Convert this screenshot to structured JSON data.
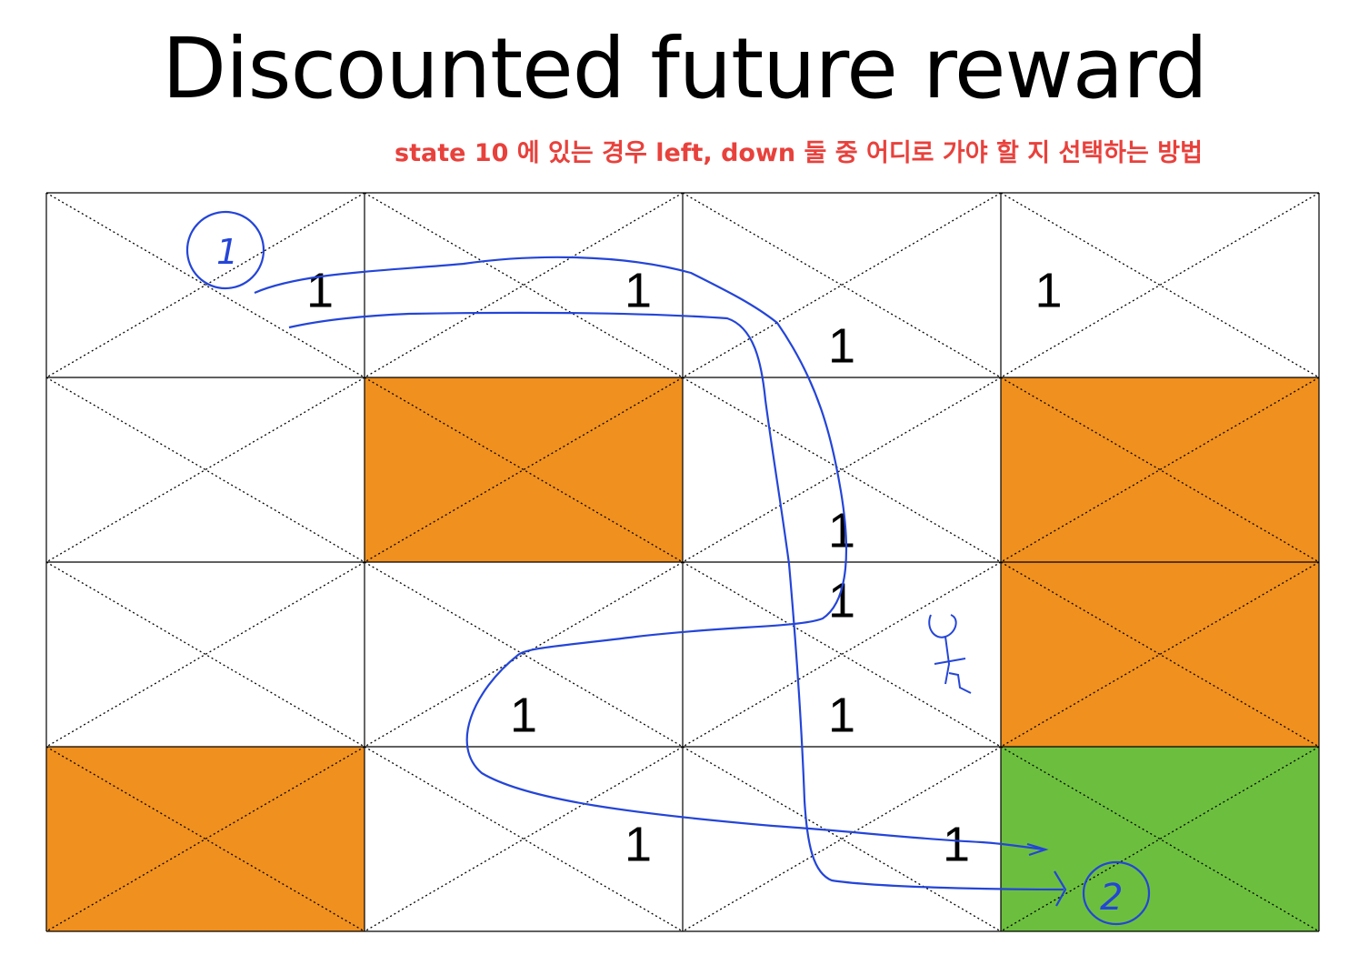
{
  "title": "Discounted future reward",
  "subtitle": "state 10 에 있는 경우 left, down 둘 중 어디로 가야 할 지 선택하는 방법",
  "colors": {
    "subtitle": "#e8413c",
    "hole": "#f0901f",
    "goal": "#6cbf3e",
    "annotation": "#2445d8"
  },
  "grid": {
    "rows": 4,
    "cols": 4,
    "cells": [
      [
        "empty",
        "empty",
        "empty",
        "empty"
      ],
      [
        "empty",
        "hole",
        "empty",
        "hole"
      ],
      [
        "empty",
        "empty",
        "empty",
        "hole"
      ],
      [
        "hole",
        "empty",
        "empty",
        "goal"
      ]
    ]
  },
  "q_values": [
    {
      "row": 0,
      "col": 0,
      "dir": "right",
      "label": "1"
    },
    {
      "row": 0,
      "col": 1,
      "dir": "right",
      "label": "1"
    },
    {
      "row": 0,
      "col": 2,
      "dir": "down",
      "label": "1"
    },
    {
      "row": 0,
      "col": 3,
      "dir": "left",
      "label": "1"
    },
    {
      "row": 1,
      "col": 2,
      "dir": "down",
      "label": "1"
    },
    {
      "row": 2,
      "col": 1,
      "dir": "down",
      "label": "1"
    },
    {
      "row": 2,
      "col": 2,
      "dir": "up",
      "label": "1"
    },
    {
      "row": 2,
      "col": 2,
      "dir": "down",
      "label": "1"
    },
    {
      "row": 3,
      "col": 1,
      "dir": "right",
      "label": "1"
    },
    {
      "row": 3,
      "col": 2,
      "dir": "right",
      "label": "1"
    }
  ],
  "annotations": {
    "circle_1": "1",
    "circle_2": "2"
  }
}
